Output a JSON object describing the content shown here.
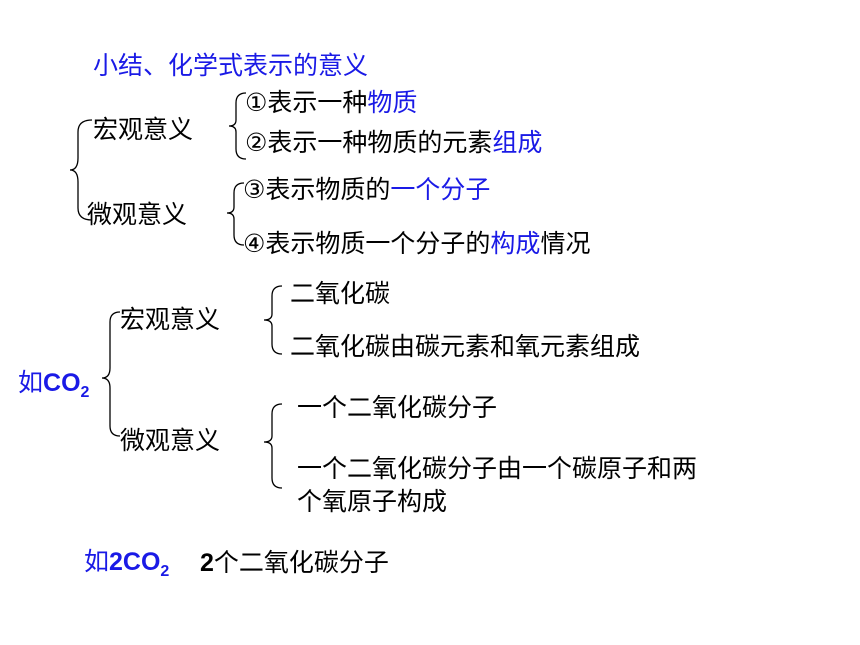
{
  "title": "小结、化学式表示的意义",
  "general": {
    "macro_label": "宏观意义",
    "micro_label": "微观意义",
    "items": [
      {
        "plain": "①表示一种",
        "emph": "物质",
        "tail": ""
      },
      {
        "plain": "②表示一种物质的元素",
        "emph": "组成",
        "tail": ""
      },
      {
        "plain": "③表示物质的",
        "emph": "一个分子",
        "tail": ""
      },
      {
        "plain": "④表示物质一个分子的",
        "emph": "构成",
        "tail": "情况"
      }
    ]
  },
  "co2_example": {
    "prefix": "如",
    "formula_main": "CO",
    "formula_sub": "2",
    "macro_label": "宏观意义",
    "micro_label": "微观意义",
    "macro_items": [
      "二氧化碳",
      "二氧化碳由碳元素和氧元素组成"
    ],
    "micro_items": [
      "一个二氧化碳分子",
      "一个二氧化碳分子由一个碳原子和两",
      "个氧原子构成"
    ]
  },
  "two_co2_example": {
    "prefix": "如",
    "formula_main": "2CO",
    "formula_sub": "2",
    "meaning_num": "2",
    "meaning_text": "个二氧化碳分子"
  },
  "colors": {
    "emphasis": "#1a1ae6",
    "text": "#000000"
  }
}
